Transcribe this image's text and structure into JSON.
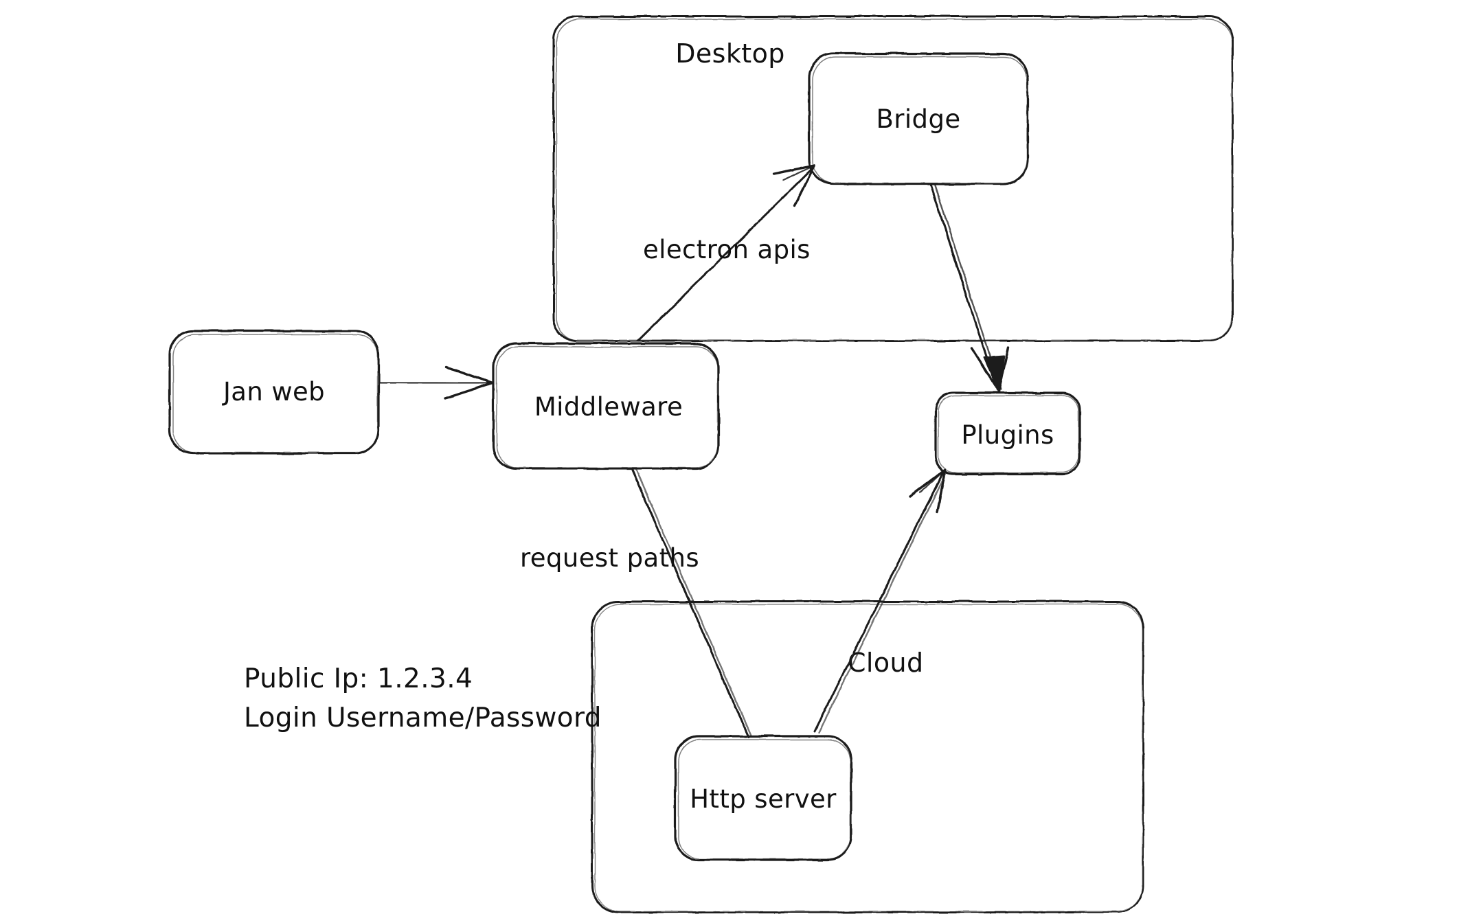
{
  "diagram": {
    "title_text_color": "#111111",
    "stroke_color": "#1b1b1b",
    "background_color": "#ffffff",
    "containers": [
      {
        "id": "desktop",
        "label": "Desktop"
      },
      {
        "id": "cloud",
        "label": "Cloud"
      }
    ],
    "nodes": [
      {
        "id": "jan-web",
        "label": "Jan web"
      },
      {
        "id": "middleware",
        "label": "Middleware"
      },
      {
        "id": "bridge",
        "label": "Bridge"
      },
      {
        "id": "plugins",
        "label": "Plugins"
      },
      {
        "id": "http-server",
        "label": "Http server"
      }
    ],
    "edges": [
      {
        "id": "jan-web-to-middleware",
        "from": "Jan web",
        "to": "Middleware",
        "label": ""
      },
      {
        "id": "middleware-to-bridge",
        "from": "Middleware",
        "to": "Bridge",
        "label": "electron apis"
      },
      {
        "id": "bridge-to-plugins",
        "from": "Bridge",
        "to": "Plugins",
        "label": ""
      },
      {
        "id": "middleware-to-http-server",
        "from": "Middleware",
        "to": "Http server",
        "label": "request paths"
      },
      {
        "id": "http-server-to-plugins",
        "from": "Http server",
        "to": "Plugins",
        "label": ""
      }
    ],
    "notes": {
      "public_ip_line": "Public Ip: 1.2.3.4",
      "login_line": "Login Username/Password"
    }
  }
}
